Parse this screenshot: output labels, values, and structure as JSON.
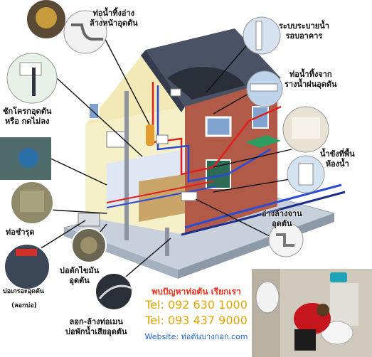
{
  "labels": {
    "sink_clog": [
      "ท่อน้ำทิ้งอ่าง",
      "ล้างหน้าอุดตัน"
    ],
    "building_drain": [
      "ระบบระบายน้ำ",
      "รอบอาคาร"
    ],
    "gutter_clog": [
      "ท่อน้ำทิ้งจาก",
      "รางน้ำฝนอุดตัน"
    ],
    "toilet_clog": [
      "ชักโครกอุดตัน",
      "หรือ กดไม่ลง"
    ],
    "floor_water": [
      "น้ำขังที่พื้น",
      "ห้องน้ำ"
    ],
    "kitchen_sink": [
      "อ่างล้างจาน",
      "อุดตัน"
    ],
    "broken_pipe": "ท่อชำรุด",
    "grease_trap": [
      "บ่อดักไขมัน",
      "อุดตัน"
    ],
    "septic_dredge": "บ่อเกรอะอุดตัน",
    "septic_dredge_sub": "(ลอกบ่อ)",
    "main_pipe": [
      "ลอก-ล้างท่อเมน",
      "บ่อพักน้ำเสียอุดตัน"
    ]
  },
  "contact": {
    "headline": "พบปัญหาท่อตัน เรียกเรา",
    "phone1": "Tel: 092 630 1000",
    "phone2": "Tel: 093 437 9000",
    "website": "Website: ท่อตันบางกอก.com"
  },
  "colors": {
    "hot_pipe": "#e02020",
    "cold_pipe": "#2a4bd6",
    "roof": "#4a5266",
    "wall": "#f6f0c8",
    "brick": "#b25a48",
    "ground": "#c7d0db",
    "contact_red": "#e8301c",
    "contact_yellow": "#e3a400",
    "contact_blue": "#1d5fd1"
  }
}
